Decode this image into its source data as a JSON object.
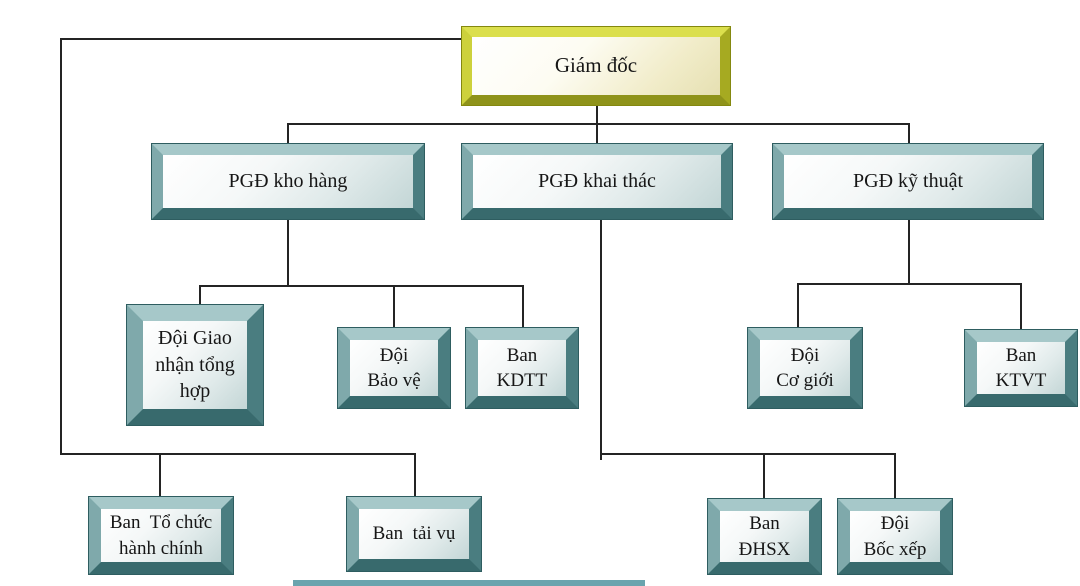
{
  "diagram": {
    "type": "org-chart",
    "language": "vi",
    "colors": {
      "root_box_frame": "#b8bc2e",
      "branch_box_frame": "#5d9093",
      "connector_line": "#242424",
      "panel_highlight": "#ffffff",
      "panel_shade_teal": "#c3d6d6",
      "panel_shade_gold": "#e6e0b2"
    },
    "nodes": [
      {
        "id": "giam-doc",
        "label": "Giám đốc",
        "parent": null
      },
      {
        "id": "pgd-kho-hang",
        "label": "PGĐ kho hàng",
        "parent": "giam-doc"
      },
      {
        "id": "pgd-khai-thac",
        "label": "PGĐ khai thác",
        "parent": "giam-doc"
      },
      {
        "id": "pgd-ky-thuat",
        "label": "PGĐ kỹ thuật",
        "parent": "giam-doc"
      },
      {
        "id": "doi-giao-nhan",
        "label": "Đội Giao\nnhận tổng\nhợp",
        "parent": "pgd-kho-hang"
      },
      {
        "id": "doi-bao-ve",
        "label": "Đội\nBảo vệ",
        "parent": "pgd-kho-hang"
      },
      {
        "id": "ban-kdtt",
        "label": "Ban\nKDTT",
        "parent": "pgd-kho-hang"
      },
      {
        "id": "doi-co-gioi",
        "label": "Đội\nCơ giới",
        "parent": "pgd-ky-thuat"
      },
      {
        "id": "ban-ktvt",
        "label": "Ban\nKTVT",
        "parent": "pgd-ky-thuat"
      },
      {
        "id": "ban-to-chuc",
        "label": "Ban  Tổ chức\nhành chính",
        "parent": "giam-doc"
      },
      {
        "id": "ban-tai-vu",
        "label": "Ban  tải vụ",
        "parent": "giam-doc"
      },
      {
        "id": "ban-dhsx",
        "label": "Ban\nĐHSX",
        "parent": "pgd-khai-thac"
      },
      {
        "id": "doi-boc-xep",
        "label": "Đội\nBốc xếp",
        "parent": "pgd-khai-thac"
      }
    ]
  }
}
